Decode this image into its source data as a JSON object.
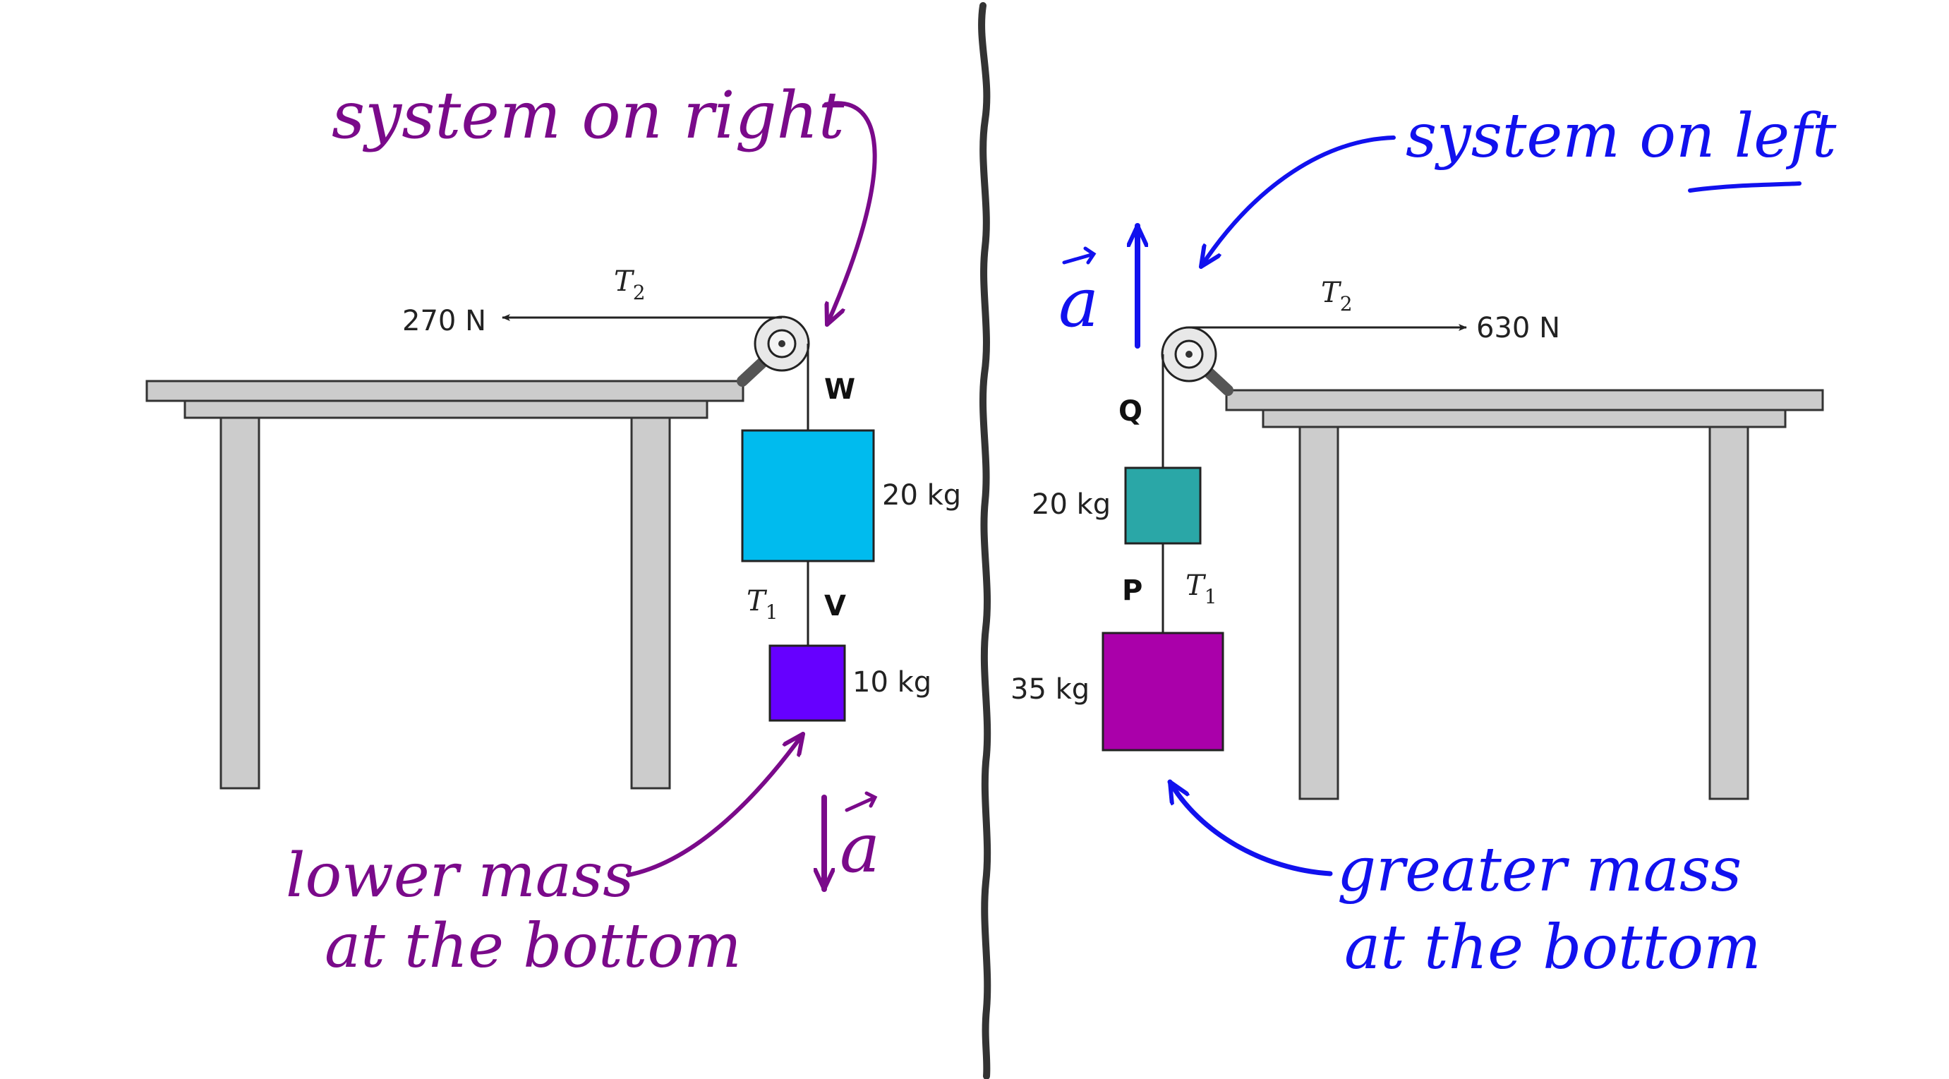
{
  "left_panel": {
    "tension_top": "T",
    "tension_top_sub": "2",
    "force": "270 N",
    "point_top": "W",
    "mass_top": "20 kg",
    "tension_mid": "T",
    "tension_mid_sub": "1",
    "point_mid": "V",
    "mass_bottom": "10 kg",
    "accel": "a",
    "annotation_top": "system on right",
    "annotation_bottom_line1": "lower mass",
    "annotation_bottom_line2": "at the bottom"
  },
  "right_panel": {
    "tension_top": "T",
    "tension_top_sub": "2",
    "force": "630 N",
    "point_top": "Q",
    "mass_top": "20 kg",
    "point_mid": "P",
    "tension_mid": "T",
    "tension_mid_sub": "1",
    "mass_bottom": "35 kg",
    "accel": "a",
    "annotation_top_prefix": "system on ",
    "annotation_top_emph": "left",
    "annotation_bottom_line1": "greater mass",
    "annotation_bottom_line2": "at the bottom"
  },
  "colors": {
    "table": "#cccccc",
    "table_stroke": "#333333",
    "left_mass_top": "#00bbee",
    "left_mass_bottom": "#6600ff",
    "right_mass_top": "#2aa7a7",
    "right_mass_bottom": "#aa00aa",
    "purple_ink": "#7a0a8a",
    "blue_ink": "#1111ee",
    "divider": "#333333"
  }
}
